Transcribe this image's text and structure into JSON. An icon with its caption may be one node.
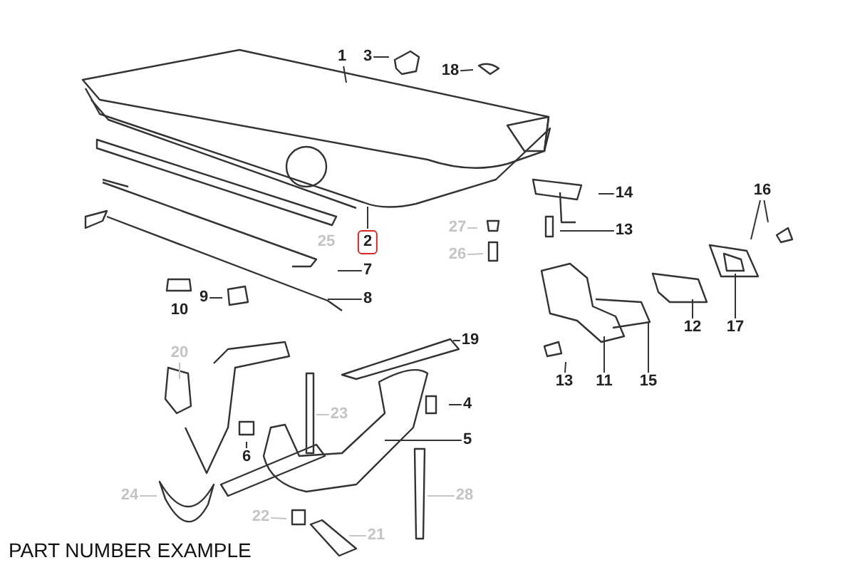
{
  "diagram": {
    "caption": "PART NUMBER EXAMPLE",
    "nodes": [
      {
        "text": [
          "1"
        ]
      },
      {
        "text": [
          "3"
        ]
      },
      {
        "text": [
          "18"
        ]
      },
      {
        "text": [
          "14"
        ]
      },
      {
        "text": [
          "2"
        ]
      },
      {
        "text": [
          "13"
        ]
      },
      {
        "text": [
          "27"
        ]
      },
      {
        "text": [
          "16"
        ]
      },
      {
        "text": [
          "25"
        ]
      },
      {
        "text": [
          "26"
        ]
      },
      {
        "text": [
          "7"
        ]
      },
      {
        "text": [
          "10"
        ]
      },
      {
        "text": [
          "9"
        ]
      },
      {
        "text": [
          "8"
        ]
      },
      {
        "text": [
          "17"
        ]
      },
      {
        "text": [
          "12"
        ]
      },
      {
        "text": [
          "20"
        ]
      },
      {
        "text": [
          "19"
        ]
      },
      {
        "text": [
          "23"
        ]
      },
      {
        "text": [
          "13"
        ]
      },
      {
        "text": [
          "11"
        ]
      },
      {
        "text": [
          "15"
        ]
      },
      {
        "text": [
          "4"
        ]
      },
      {
        "text": [
          "6"
        ]
      },
      {
        "text": [
          "5"
        ]
      },
      {
        "text": [
          "24"
        ]
      },
      {
        "text": [
          "28"
        ]
      },
      {
        "text": [
          "22"
        ]
      },
      {
        "text": [
          "21"
        ]
      }
    ],
    "edges": [
      {
        "from": 0,
        "to": null,
        "arrow": "none"
      },
      {
        "from": 1,
        "to": null,
        "arrow": "none"
      },
      {
        "from": 2,
        "to": null,
        "arrow": "none"
      },
      {
        "from": 3,
        "to": null,
        "arrow": "none"
      },
      {
        "from": 4,
        "to": null,
        "arrow": "none"
      },
      {
        "from": 5,
        "to": null,
        "arrow": "none"
      },
      {
        "from": 6,
        "to": null,
        "arrow": "none",
        "color": "#c4c4c4"
      },
      {
        "from": 7,
        "to": null,
        "arrow": "none"
      },
      {
        "from": 7,
        "to": null,
        "arrow": "none"
      },
      {
        "from": 9,
        "to": null,
        "arrow": "none",
        "color": "#c4c4c4"
      },
      {
        "from": 10,
        "to": null,
        "arrow": "none"
      },
      {
        "from": 12,
        "to": null,
        "arrow": "none"
      },
      {
        "from": 13,
        "to": null,
        "arrow": "none"
      },
      {
        "from": 14,
        "to": null,
        "arrow": "none"
      },
      {
        "from": 15,
        "to": null,
        "arrow": "none"
      },
      {
        "from": 16,
        "to": null,
        "arrow": "none",
        "color": "#c4c4c4"
      },
      {
        "from": 17,
        "to": null,
        "arrow": "none"
      },
      {
        "from": 18,
        "to": null,
        "arrow": "none",
        "color": "#c4c4c4"
      },
      {
        "from": 19,
        "to": null,
        "arrow": "none"
      },
      {
        "from": 20,
        "to": null,
        "arrow": "none"
      },
      {
        "from": 21,
        "to": null,
        "arrow": "none"
      },
      {
        "from": 22,
        "to": null,
        "arrow": "none"
      },
      {
        "from": 23,
        "to": null,
        "arrow": "none"
      },
      {
        "from": 24,
        "to": null,
        "arrow": "none"
      },
      {
        "from": 25,
        "to": null,
        "arrow": "none",
        "color": "#c4c4c4"
      },
      {
        "from": 26,
        "to": null,
        "arrow": "none",
        "color": "#c4c4c4"
      },
      {
        "from": 27,
        "to": null,
        "arrow": "none",
        "color": "#c4c4c4"
      },
      {
        "from": 28,
        "to": null,
        "arrow": "none",
        "color": "#c4c4c4"
      }
    ]
  }
}
